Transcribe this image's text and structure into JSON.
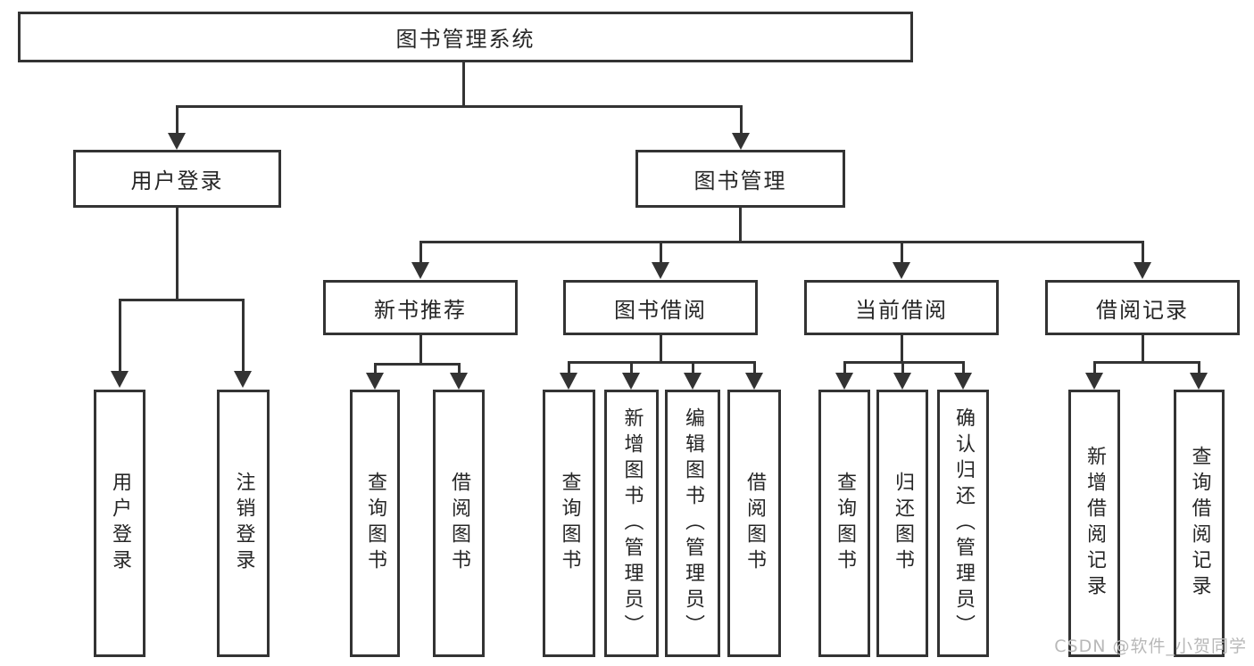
{
  "colors": {
    "line": "#333333",
    "box_fill": "#ffffff",
    "text": "#262626",
    "watermark": "#b8b8b8",
    "page_bg": "#ffffff"
  },
  "tree": {
    "root": {
      "label": "图书管理系统"
    },
    "children": [
      {
        "label": "用户登录",
        "children": [
          {
            "label": "用户登录"
          },
          {
            "label": "注销登录"
          }
        ]
      },
      {
        "label": "图书管理",
        "children": [
          {
            "label": "新书推荐",
            "children": [
              {
                "label": "查询图书"
              },
              {
                "label": "借阅图书"
              }
            ]
          },
          {
            "label": "图书借阅",
            "children": [
              {
                "label": "查询图书"
              },
              {
                "label": "新增图书（管理员）"
              },
              {
                "label": "编辑图书（管理员）"
              },
              {
                "label": "借阅图书"
              }
            ]
          },
          {
            "label": "当前借阅",
            "children": [
              {
                "label": "查询图书"
              },
              {
                "label": "归还图书"
              },
              {
                "label": "确认归还（管理员）"
              }
            ]
          },
          {
            "label": "借阅记录",
            "children": [
              {
                "label": "新增借阅记录"
              },
              {
                "label": "查询借阅记录"
              }
            ]
          }
        ]
      }
    ]
  },
  "watermark": {
    "text": "CSDN @软件_小贺同学"
  }
}
